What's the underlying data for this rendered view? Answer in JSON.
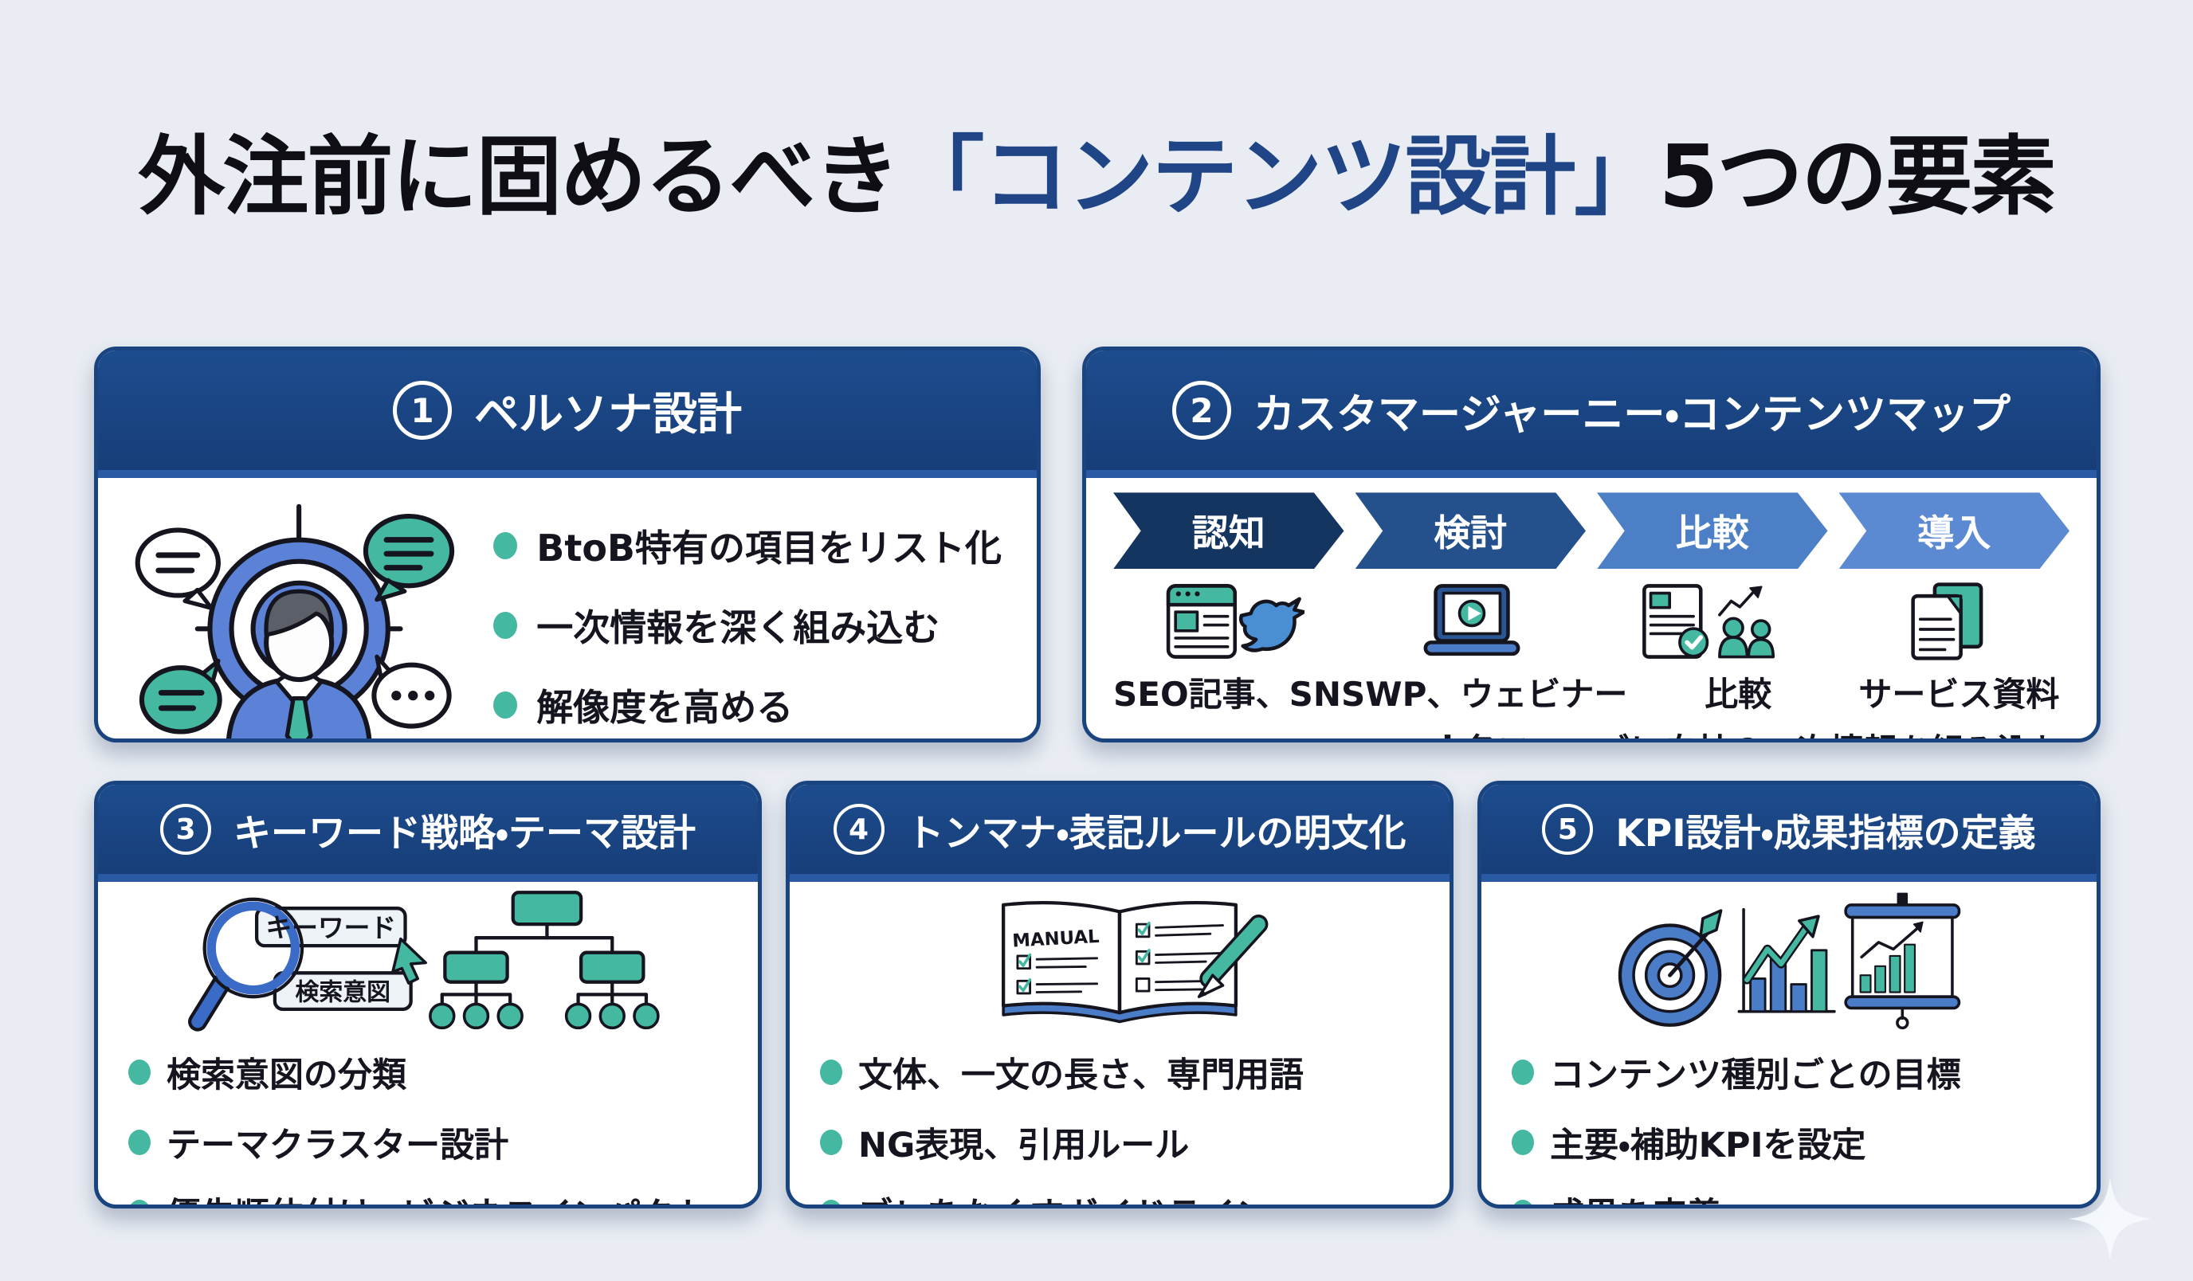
{
  "title": {
    "pre": "外注前に固めるべき",
    "highlight": "「コンテンツ設計」",
    "post": "5つの要素"
  },
  "colors": {
    "background": "#e9edf3",
    "card_border": "#1a4480",
    "header_navy": "#1a4480",
    "accent_teal": "#45b8a2",
    "icon_blue": "#5b82d6",
    "highlight_navy": "#1f4586"
  },
  "cards": [
    {
      "number": "1",
      "title": "ペルソナ設計",
      "icon": "persona-target-icon",
      "bullets": [
        "BtoB特有の項目をリスト化",
        "一次情報を深く組み込む",
        "解像度を高める"
      ]
    },
    {
      "number": "2",
      "title": "カスタマージャーニー・コンテンツマップ",
      "phases": [
        {
          "label": "認知",
          "color": "#14355f"
        },
        {
          "label": "検討",
          "color": "#24508c"
        },
        {
          "label": "比較",
          "color": "#4d7fc7"
        },
        {
          "label": "導入",
          "color": "#5b8ad3"
        }
      ],
      "phase_contents": [
        {
          "icon": "seo-article-sns-icon",
          "label": "SEO記事、SNS"
        },
        {
          "icon": "webinar-laptop-icon",
          "label": "WP、ウェビナー"
        },
        {
          "icon": "comparison-doc-people-icon",
          "label": "比較"
        },
        {
          "icon": "service-documents-icon",
          "label": "サービス資料"
        }
      ],
      "note": "※各フェーズに自社の一次情報を組み込む"
    },
    {
      "number": "3",
      "title": "キーワード戦略・テーマ設計",
      "icon": "keyword-magnifier-tree-icon",
      "icon_text": {
        "keyword": "キーワード",
        "search_intent": "検索意図"
      },
      "bullets": [
        "検索意図の分類",
        "テーマクラスター設計",
        "優先順位付け→ビジネスインパクト"
      ]
    },
    {
      "number": "4",
      "title": "トンマナ・表記ルールの明文化",
      "icon": "manual-book-pencil-icon",
      "icon_text": {
        "manual": "MANUAL"
      },
      "bullets": [
        "文体、一文の長さ、専門用語",
        "NG表現、引用ルール",
        "ブレをなくすガイドライン"
      ]
    },
    {
      "number": "5",
      "title": "KPI設計・成果指標の定義",
      "icon": "kpi-target-graph-icon",
      "bullets": [
        "コンテンツ種別ごとの目標",
        "主要・補助KPIを設定",
        "成果を定義"
      ]
    }
  ]
}
